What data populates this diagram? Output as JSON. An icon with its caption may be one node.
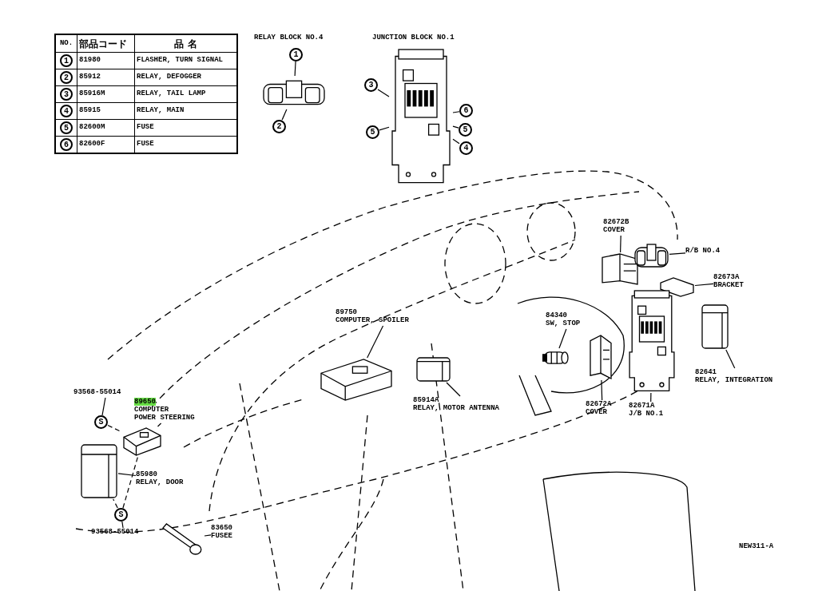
{
  "diagram": {
    "nodes": [
      {
        "text": [],
        "shape": "picture"
      },
      {
        "text": [
          "1"
        ]
      },
      {
        "text": [
          "2"
        ]
      },
      {
        "text": [],
        "shape": "picture"
      },
      {
        "text": [
          "3"
        ]
      },
      {
        "text": [
          "6"
        ]
      },
      {
        "text": [
          "5"
        ]
      },
      {
        "text": [
          "5"
        ]
      },
      {
        "text": [
          "4"
        ]
      },
      {
        "text": [
          "89750",
          "COMPUTER, SPOILER"
        ]
      },
      {
        "text": [],
        "shape": "picture"
      },
      {
        "text": [
          "85914A",
          "RELAY, MOTOR ANTENNA"
        ]
      },
      {
        "text": [],
        "shape": "picture"
      },
      {
        "text": [
          "84340",
          "SW, STOP"
        ]
      },
      {
        "text": [],
        "shape": "picture"
      },
      {
        "text": [
          "82672B",
          "COVER"
        ]
      },
      {
        "text": [],
        "shape": "picture"
      },
      {
        "text": [
          "R/B NO.4"
        ]
      },
      {
        "text": [],
        "shape": "picture"
      },
      {
        "text": [
          "82673A",
          "BRACKET"
        ]
      },
      {
        "text": [],
        "shape": "picture"
      },
      {
        "text": [
          "82641",
          "RELAY, INTEGRATION"
        ]
      },
      {
        "text": [],
        "shape": "picture"
      },
      {
        "text": [
          "82671A",
          "J/B NO.1"
        ]
      },
      {
        "text": [],
        "shape": "picture"
      },
      {
        "text": [
          "82672A",
          "COVER"
        ]
      },
      {
        "text": [],
        "shape": "picture"
      },
      {
        "text": [
          "89650",
          "COMPUTER",
          "POWER STEERING"
        ]
      },
      {
        "text": [],
        "shape": "picture"
      },
      {
        "text": [
          "93568-55014"
        ]
      },
      {
        "text": [
          "S"
        ]
      },
      {
        "text": [
          "85980",
          "RELAY, DOOR"
        ]
      },
      {
        "text": [],
        "shape": "picture"
      },
      {
        "text": [
          "S"
        ]
      },
      {
        "text": [
          "93568-55014"
        ]
      },
      {
        "text": [
          "83650",
          "FUSEE"
        ]
      },
      {
        "text": [],
        "shape": "picture"
      }
    ],
    "edges": [
      {
        "from": 1,
        "to": 0,
        "arrow": "none"
      },
      {
        "from": 2,
        "to": 0,
        "arrow": "none"
      },
      {
        "from": 4,
        "to": 3,
        "arrow": "none"
      },
      {
        "from": 5,
        "to": 3,
        "arrow": "none"
      },
      {
        "from": 6,
        "to": 3,
        "arrow": "none"
      },
      {
        "from": 7,
        "to": 3,
        "arrow": "none"
      },
      {
        "from": 8,
        "to": 3,
        "arrow": "none"
      },
      {
        "from": 9,
        "to": 10,
        "arrow": "none"
      },
      {
        "from": 11,
        "to": 12,
        "arrow": "none"
      },
      {
        "from": 13,
        "to": 14,
        "arrow": "none"
      },
      {
        "from": 15,
        "to": 16,
        "arrow": "none"
      },
      {
        "from": 17,
        "to": 18,
        "arrow": "none"
      },
      {
        "from": 19,
        "to": 20,
        "arrow": "none"
      },
      {
        "from": 21,
        "to": 22,
        "arrow": "none"
      },
      {
        "from": 23,
        "to": 24,
        "arrow": "none"
      },
      {
        "from": 25,
        "to": 26,
        "arrow": "none"
      },
      {
        "from": 27,
        "to": 28,
        "arrow": "none"
      },
      {
        "from": 29,
        "to": 30,
        "arrow": "none"
      },
      {
        "from": 30,
        "to": 28,
        "arrow": "none",
        "style": "dashed"
      },
      {
        "from": 31,
        "to": 32,
        "arrow": "none"
      },
      {
        "from": 33,
        "to": 32,
        "arrow": "none",
        "style": "dashed"
      },
      {
        "from": 33,
        "to": 28,
        "arrow": "none",
        "style": "dashed"
      },
      {
        "from": 34,
        "to": 33,
        "arrow": "none"
      },
      {
        "from": 35,
        "to": 36,
        "arrow": "none"
      }
    ],
    "labels": [
      "NO.",
      "部品コード",
      "品 名",
      "1",
      "81980",
      "FLASHER, TURN SIGNAL",
      "2",
      "85912",
      "RELAY, DEFOGGER",
      "3",
      "85916M",
      "RELAY, TAIL LAMP",
      "4",
      "85915",
      "RELAY, MAIN",
      "5",
      "82600M",
      "FUSE",
      "6",
      "82600F",
      "FUSE",
      "RELAY BLOCK NO.4",
      "JUNCTION BLOCK NO.1",
      "NEW311-A"
    ]
  }
}
